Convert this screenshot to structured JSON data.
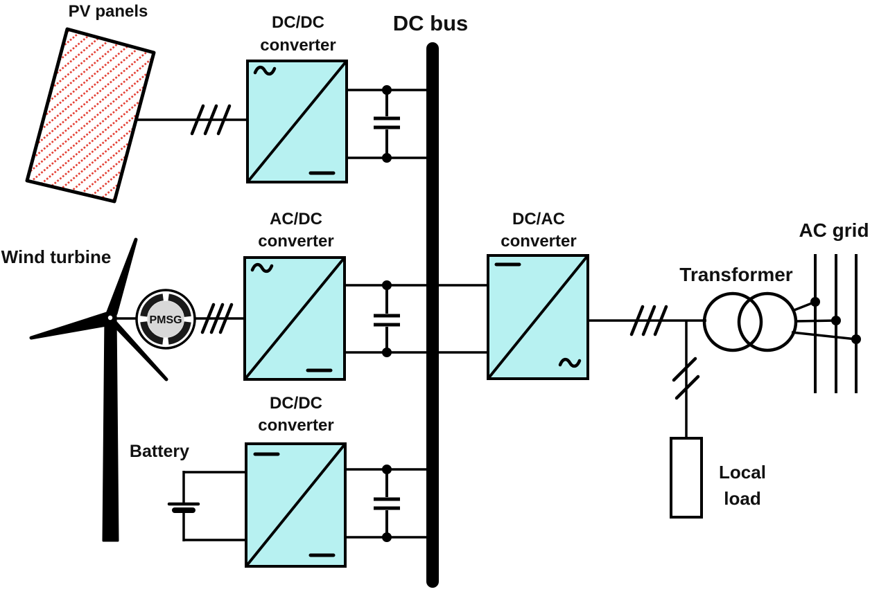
{
  "labels": {
    "pv_panels": "PV panels",
    "dc_bus": "DC bus",
    "wind_turbine": "Wind turbine",
    "battery": "Battery",
    "transformer": "Transformer",
    "ac_grid": "AC grid",
    "local_load": {
      "line1": "Local",
      "line2": "load"
    },
    "pmsg": "PMSG"
  },
  "converters": {
    "pv_dcdc": {
      "line1": "DC/DC",
      "line2": "converter"
    },
    "wind_acdc": {
      "line1": "AC/DC",
      "line2": "converter"
    },
    "battery_dcdc": {
      "line1": "DC/DC",
      "line2": "converter"
    },
    "grid_dcac": {
      "line1": "DC/AC",
      "line2": "converter"
    }
  },
  "colors": {
    "converter_fill": "#b7f1f1",
    "pv_hatch_red": "#e23b30",
    "pmsg_rotor_gray": "#d8d8d8",
    "line_black": "#000000",
    "background": "#ffffff"
  }
}
